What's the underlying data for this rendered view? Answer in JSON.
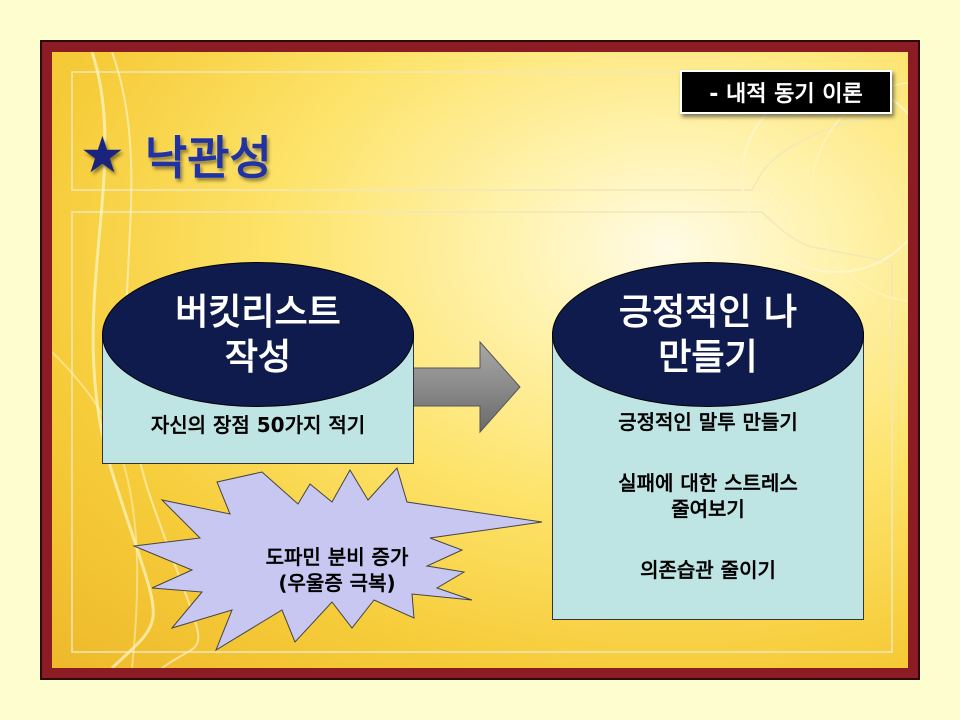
{
  "colors": {
    "frame": "#8b1c24",
    "background": "#fefdd0",
    "cylinder_top": "#0f1b4d",
    "cylinder_body": "#bfe4e4",
    "title": "#2233a0",
    "burst_fill": "#c7c7f2",
    "arrow": "#8c8c8c"
  },
  "tag": {
    "label": "- 내적 동기 이론"
  },
  "title": {
    "icon": "star-icon",
    "text": "낙관성"
  },
  "left_box": {
    "heading": "버킷리스트\n작성",
    "body": "자신의 장점 50가지 적기"
  },
  "right_box": {
    "heading": "긍정적인 나\n만들기",
    "items": [
      "긍정적인 말투 만들기",
      "실패에 대한 스트레스\n줄여보기",
      "의존습관 줄이기"
    ]
  },
  "burst": {
    "text": "도파민 분비 증가\n(우울증 극복)"
  }
}
